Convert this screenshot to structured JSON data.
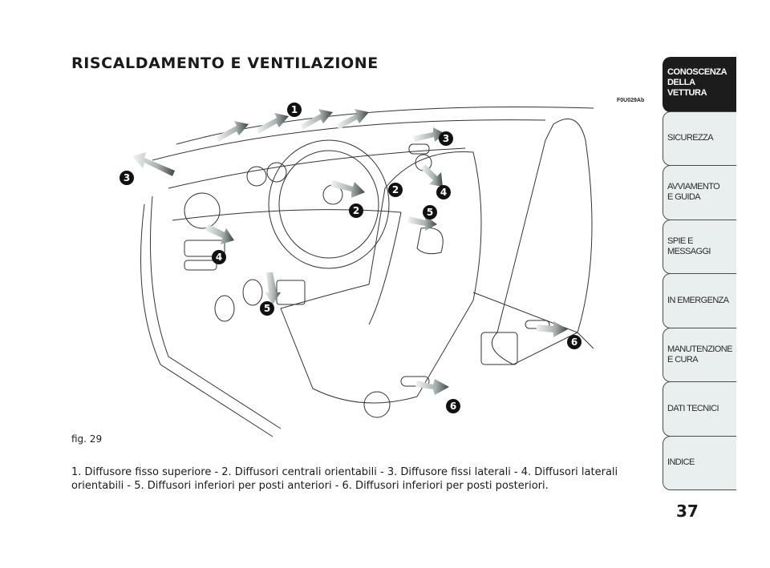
{
  "header": {
    "title": "RISCALDAMENTO E VENTILAZIONE"
  },
  "figure": {
    "code": "F0U029Ab",
    "label": "fig. 29",
    "callouts": [
      "1",
      "2",
      "2",
      "3",
      "3",
      "4",
      "4",
      "5",
      "5",
      "6",
      "6"
    ]
  },
  "caption": {
    "text": "1. Diffusore fisso superiore - 2. Diffusori centrali orientabili - 3. Diffusore fissi laterali - 4. Diffusori laterali orientabili - 5. Diffusori inferiori per posti anteriori - 6. Diffusori inferiori per posti posteriori."
  },
  "sidebar": {
    "tabs": [
      {
        "label": "CONOSCENZA\nDELLA\nVETTURA",
        "active": true
      },
      {
        "label": "SICUREZZA",
        "active": false
      },
      {
        "label": "AVVIAMENTO\nE GUIDA",
        "active": false
      },
      {
        "label": "SPIE E\nMESSAGGI",
        "active": false
      },
      {
        "label": "IN EMERGENZA",
        "active": false
      },
      {
        "label": "MANUTENZIONE\nE CURA",
        "active": false
      },
      {
        "label": "DATI TECNICI",
        "active": false
      },
      {
        "label": "INDICE",
        "active": false
      }
    ]
  },
  "footer": {
    "page_number": "37"
  },
  "colors": {
    "active_tab": "#1c1c1c",
    "inactive_tab": "#e9efef",
    "callout": "#111111"
  }
}
